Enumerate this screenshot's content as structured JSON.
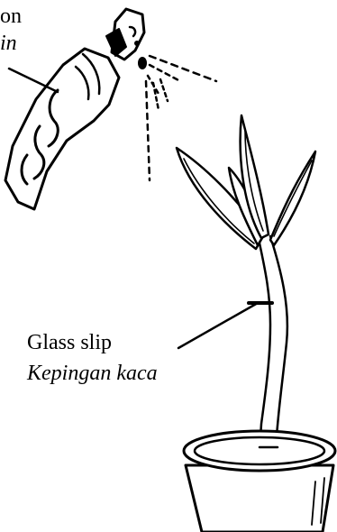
{
  "spray_label": {
    "english": "on",
    "malay": "in"
  },
  "glass_label": {
    "english": "Glass slip",
    "malay": "Kepingan kaca"
  },
  "colors": {
    "ink": "#000000",
    "paper": "#ffffff"
  }
}
